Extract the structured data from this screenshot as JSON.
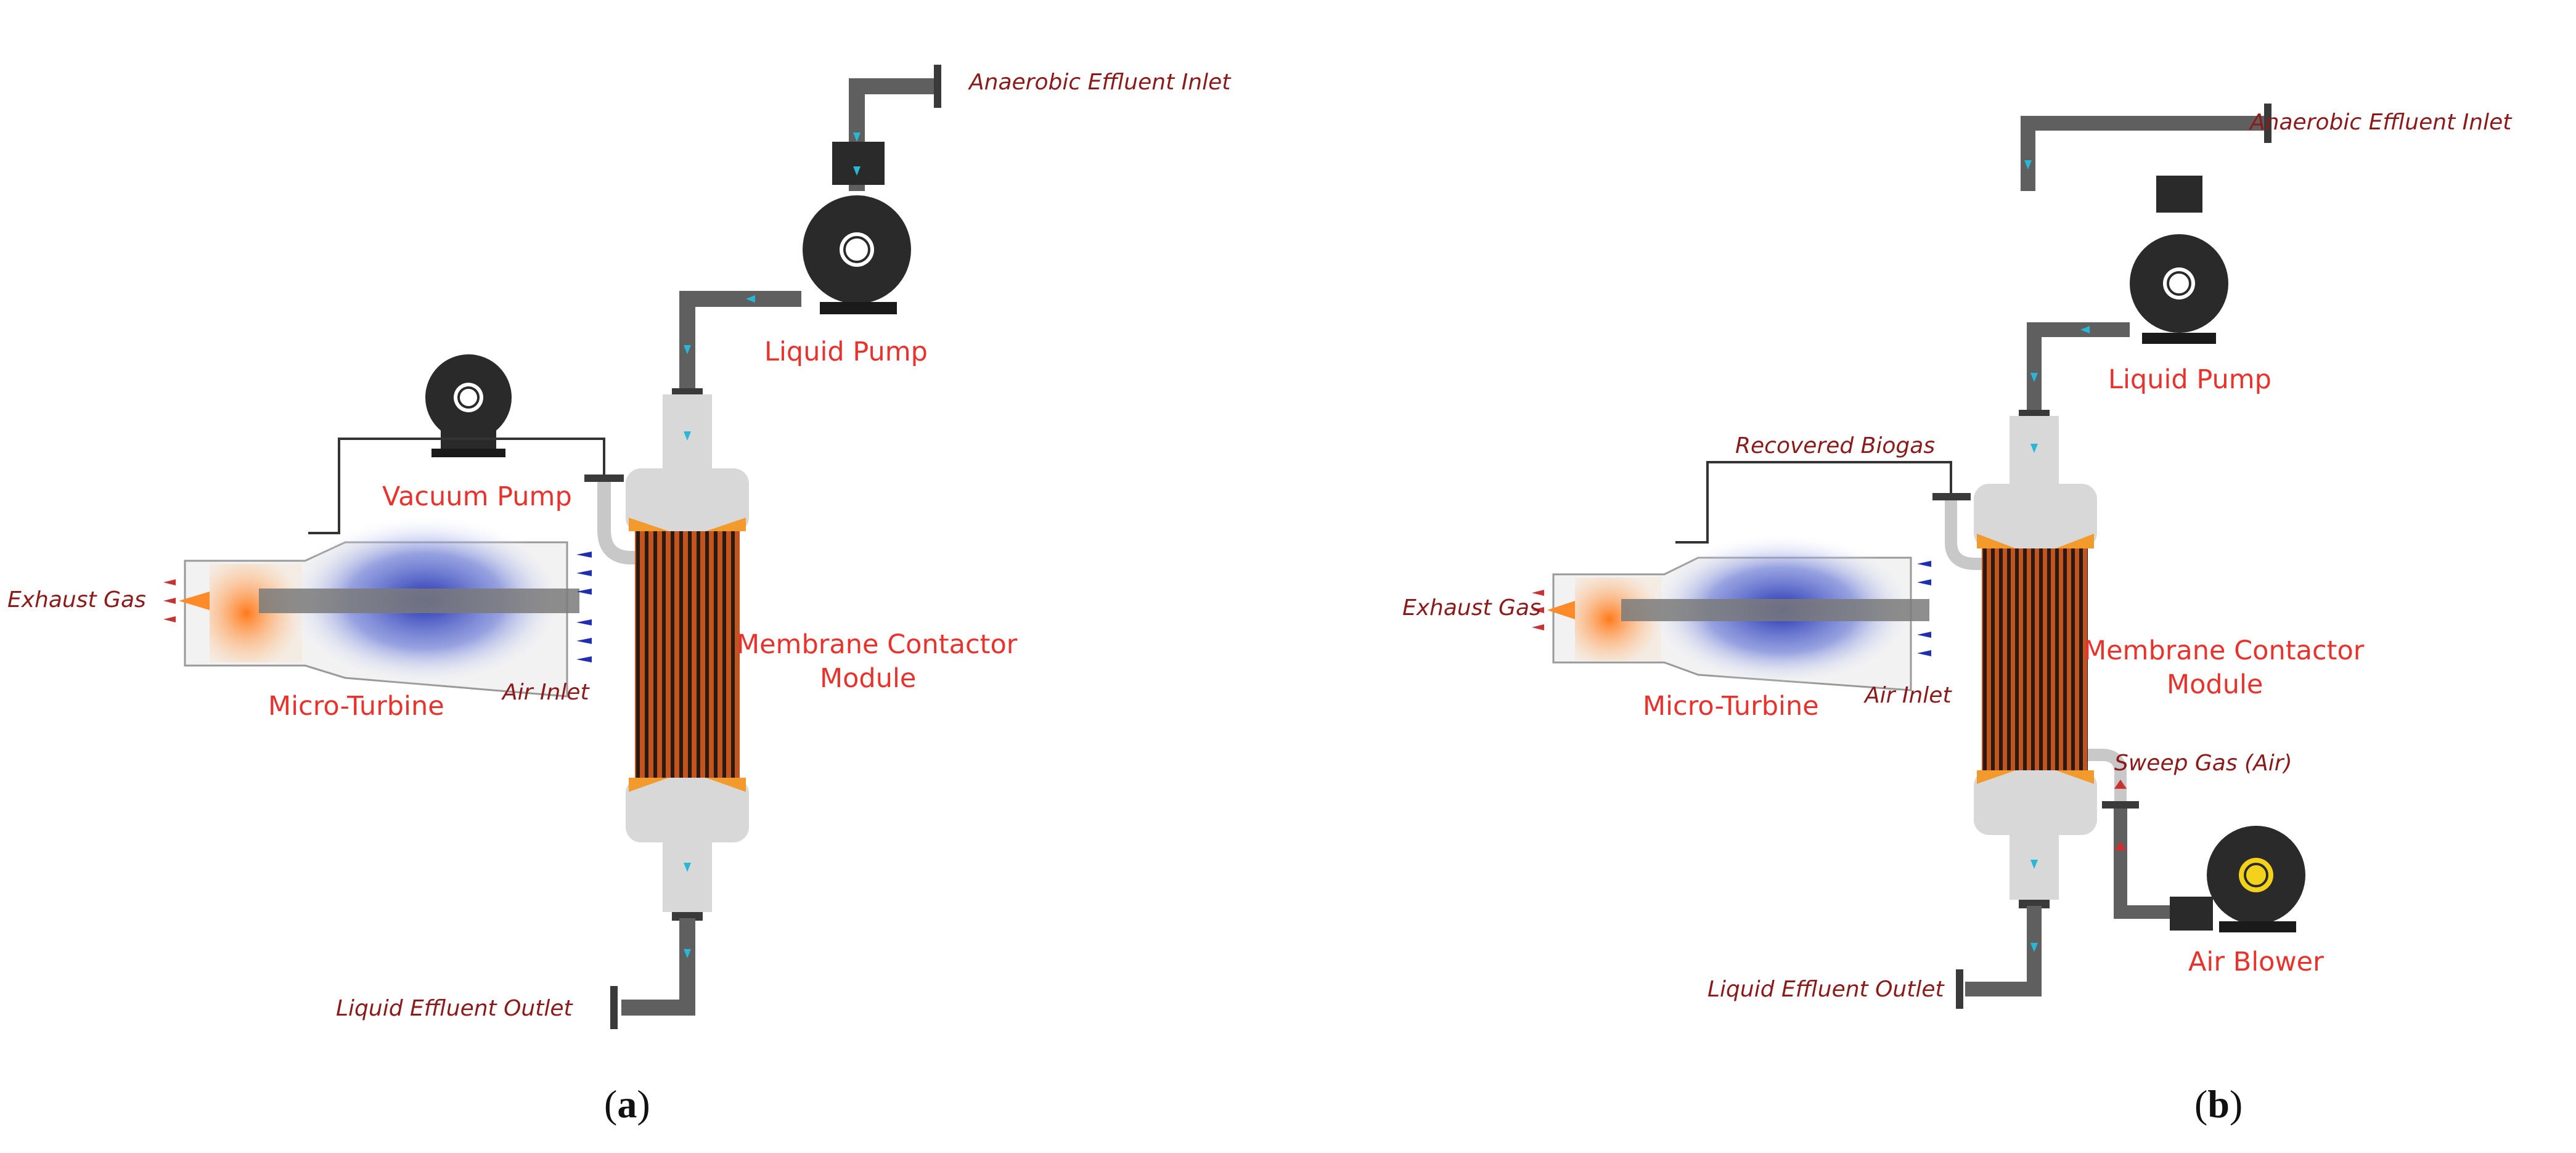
{
  "panel_a": {
    "labels": {
      "anaerobic_inlet": "Anaerobic Effluent Inlet",
      "liquid_pump": "Liquid Pump",
      "vacuum_pump": "Vacuum Pump",
      "exhaust_gas": "Exhaust Gas",
      "micro_turbine": "Micro-Turbine",
      "air_inlet": "Air Inlet",
      "module_line1": "Membrane Contactor",
      "module_line2": "Module",
      "liquid_outlet": "Liquid Effluent Outlet"
    },
    "caption_open": "(",
    "caption_letter": "a",
    "caption_close": ")"
  },
  "panel_b": {
    "labels": {
      "anaerobic_inlet": "Anaerobic Effluent Inlet",
      "liquid_pump": "Liquid Pump",
      "recovered_biogas": "Recovered Biogas",
      "exhaust_gas": "Exhaust Gas",
      "micro_turbine": "Micro-Turbine",
      "air_inlet": "Air Inlet",
      "module_line1": "Membrane Contactor",
      "module_line2": "Module",
      "sweep_gas": "Sweep Gas (Air)",
      "air_blower": "Air Blower",
      "liquid_outlet": "Liquid Effluent Outlet"
    },
    "caption_open": "(",
    "caption_letter": "b",
    "caption_close": ")"
  },
  "colors": {
    "pipe": "#5f5f5f",
    "flow_arrow": "#2ab7d6",
    "label_italic": "#8b1a1a",
    "label_red": "#e8332d",
    "membrane": "#c2551f",
    "vessel": "#d8d8d8",
    "cone": "#f39a2c",
    "machine": "#2a2a2a",
    "turbine_core": "#1f2fb0"
  }
}
